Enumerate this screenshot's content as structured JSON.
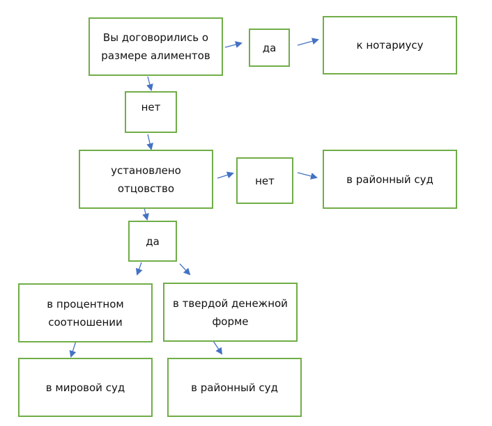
{
  "diagram": {
    "nodes": {
      "agreed": "Вы договорились о размере алиментов",
      "yes1": "да",
      "notary": "к нотариусу",
      "no1": "нет",
      "paternity": "установлено отцовство",
      "no2": "нет",
      "district_court_1": "в районный суд",
      "yes2": "да",
      "percent": "в процентном соотношении",
      "fixed": "в твердой денежной форме",
      "magistrate_court": "в мировой суд",
      "district_court_2": "в районный суд"
    },
    "edges": [
      [
        "agreed",
        "yes1"
      ],
      [
        "yes1",
        "notary"
      ],
      [
        "agreed",
        "no1"
      ],
      [
        "no1",
        "paternity"
      ],
      [
        "paternity",
        "no2"
      ],
      [
        "no2",
        "district_court_1"
      ],
      [
        "paternity",
        "yes2"
      ],
      [
        "yes2",
        "percent"
      ],
      [
        "yes2",
        "fixed"
      ],
      [
        "percent",
        "magistrate_court"
      ],
      [
        "fixed",
        "district_court_2"
      ]
    ],
    "colors": {
      "box_border": "#70ad47",
      "arrow": "#4472c4"
    }
  }
}
